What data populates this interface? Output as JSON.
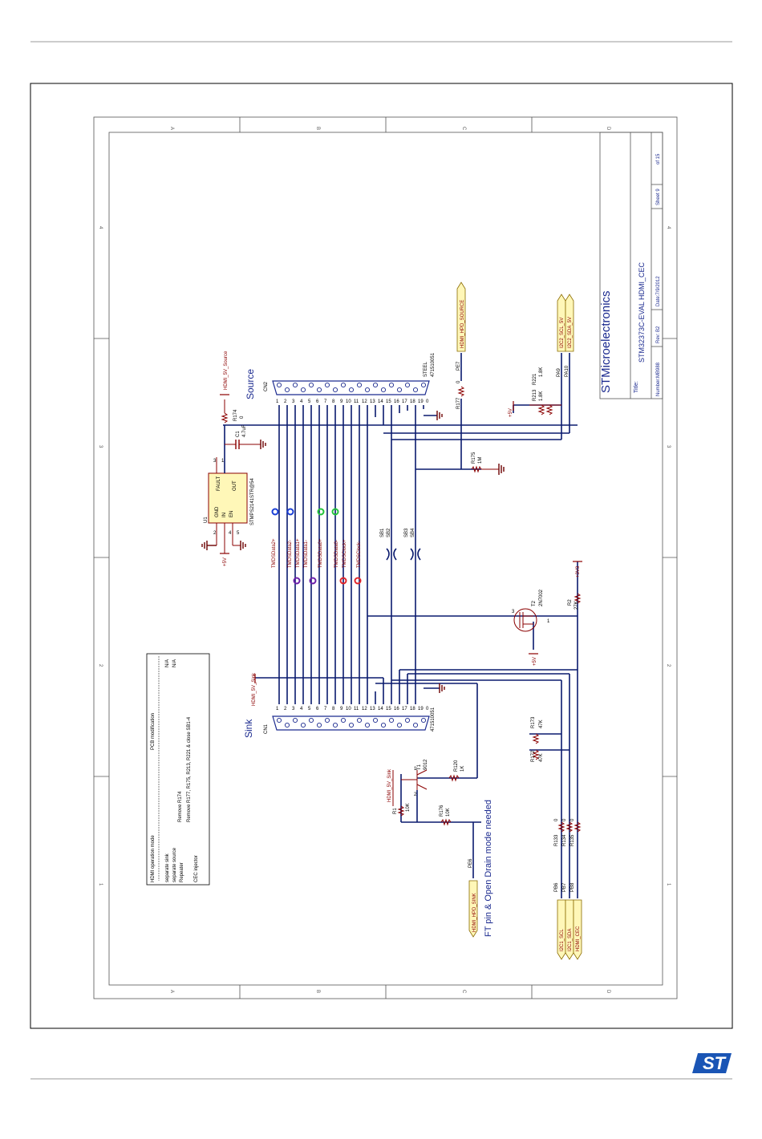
{
  "page": {
    "logo_text": "ST"
  },
  "border": {
    "cols": [
      "A",
      "B",
      "C",
      "D"
    ],
    "rows": [
      "4",
      "3",
      "2",
      "1"
    ]
  },
  "title_block": {
    "company": "STMicroelectronics",
    "title_label": "Title:",
    "title": "STM32373C-EVAL HDMI_CEC",
    "number_label": "Number:MB988",
    "rev_label": "Rev: B2",
    "date_label": "Date:7/9/2012",
    "sheet_label": "Sheet 9",
    "sheet_of": "of 15"
  },
  "connectors": {
    "source": {
      "title": "Source",
      "ref": "CN2",
      "part": "471510051",
      "steel": "STEEL",
      "pins": [
        "1",
        "2",
        "3",
        "4",
        "5",
        "6",
        "7",
        "8",
        "9",
        "10",
        "11",
        "12",
        "13",
        "14",
        "15",
        "16",
        "17",
        "18",
        "19",
        "0"
      ]
    },
    "sink": {
      "title": "Sink",
      "ref": "CN1",
      "part": "471510051",
      "pins": [
        "1",
        "2",
        "3",
        "4",
        "5",
        "6",
        "7",
        "8",
        "9",
        "10",
        "11",
        "12",
        "13",
        "14",
        "15",
        "16",
        "17",
        "18",
        "19",
        "0"
      ]
    }
  },
  "tmds": [
    "TMDSData2+",
    "TMDSData2-",
    "TMDSData1+",
    "TMDSData1-",
    "TMDSData0+",
    "TMDSData0-",
    "TMDSClock+",
    "TMDSClock-"
  ],
  "net_labels": {
    "hdmi_5v_source": "HDMI_5V_Source",
    "hdmi_5v_sink": "HDMI_5V_Sink",
    "hdmi_5v_sink2": "HDMI_5V_Sink",
    "hdmi_hpd_source": "HDMI_HPD_SOURCE",
    "hdmi_hpd_sink": "HDMI_HPD_SINK",
    "i2c2_scl": "I2C2_SCL_5V",
    "i2c2_sda": "I2C2_SDA_5V",
    "i2c1_scl": "I2C1_SCL",
    "i2c1_sda": "I2C1_SDA",
    "hdmi_cec": "HDMI_CEC",
    "plus5v_a": "+5V",
    "plus5v_b": "+5V",
    "plus5v_c": "+5V",
    "plus3v3": "+3V3"
  },
  "pins": {
    "pe7": "PE7",
    "pa9": "PA9",
    "pa10": "PA10",
    "pe6": "PE6",
    "pb6": "PB6",
    "pb7": "PB7",
    "pb8": "PB8"
  },
  "components": {
    "u1": "U1",
    "u1_part": "STMPS2141STR@54",
    "u1_fault": "FAULT",
    "u1_out": "OUT",
    "u1_gnd": "GND",
    "u1_in": "IN",
    "u1_en": "EN",
    "u1_p1": "1",
    "u1_p2": "2",
    "u1_p3": "3",
    "u1_p4": "4",
    "u1_p5": "5",
    "c1": "C1",
    "c1_val": "4.7uF",
    "r174": "R174",
    "r174_val": "0",
    "r175": "R175",
    "r175_val": "1M",
    "r177s": "R177",
    "r177s_val": "0",
    "r213": "R213",
    "r213_val": "1.8K",
    "r221": "R221",
    "r221_val": "1.8K",
    "t2": "T2",
    "t2_part": "2N7002",
    "r2": "R2",
    "r2_val": "27K",
    "r173": "R173",
    "r173_val": "47K",
    "r172": "R172",
    "r172_val": "47K",
    "t1": "T1",
    "t1_part": "9012",
    "r120": "R120",
    "r120_val": "1K",
    "r1": "R1",
    "r1_val": "10K",
    "r176": "R176",
    "r176_val": "10K",
    "r133": "R133",
    "r133_val": "0",
    "r134": "R134",
    "r134_val": "0",
    "r135": "R135",
    "r135_val": "0",
    "sb1": "SB1",
    "sb2": "SB2",
    "sb3": "SB3",
    "sb4": "SB4"
  },
  "note": "FT pin & Open Drain mode needed",
  "table": {
    "col1_title": "HDMI operation mode",
    "col2_title": "PCB modification",
    "rows": [
      {
        "mode": "separate sink",
        "mod": "N/A"
      },
      {
        "mode": "separate source",
        "mod": "N/A"
      },
      {
        "mode": "Repeater",
        "mod": "Remove R177, R175, R213, R221 & close SB1-4"
      },
      {
        "mode": "CEC injector",
        "mod": "Remove R174"
      }
    ]
  }
}
